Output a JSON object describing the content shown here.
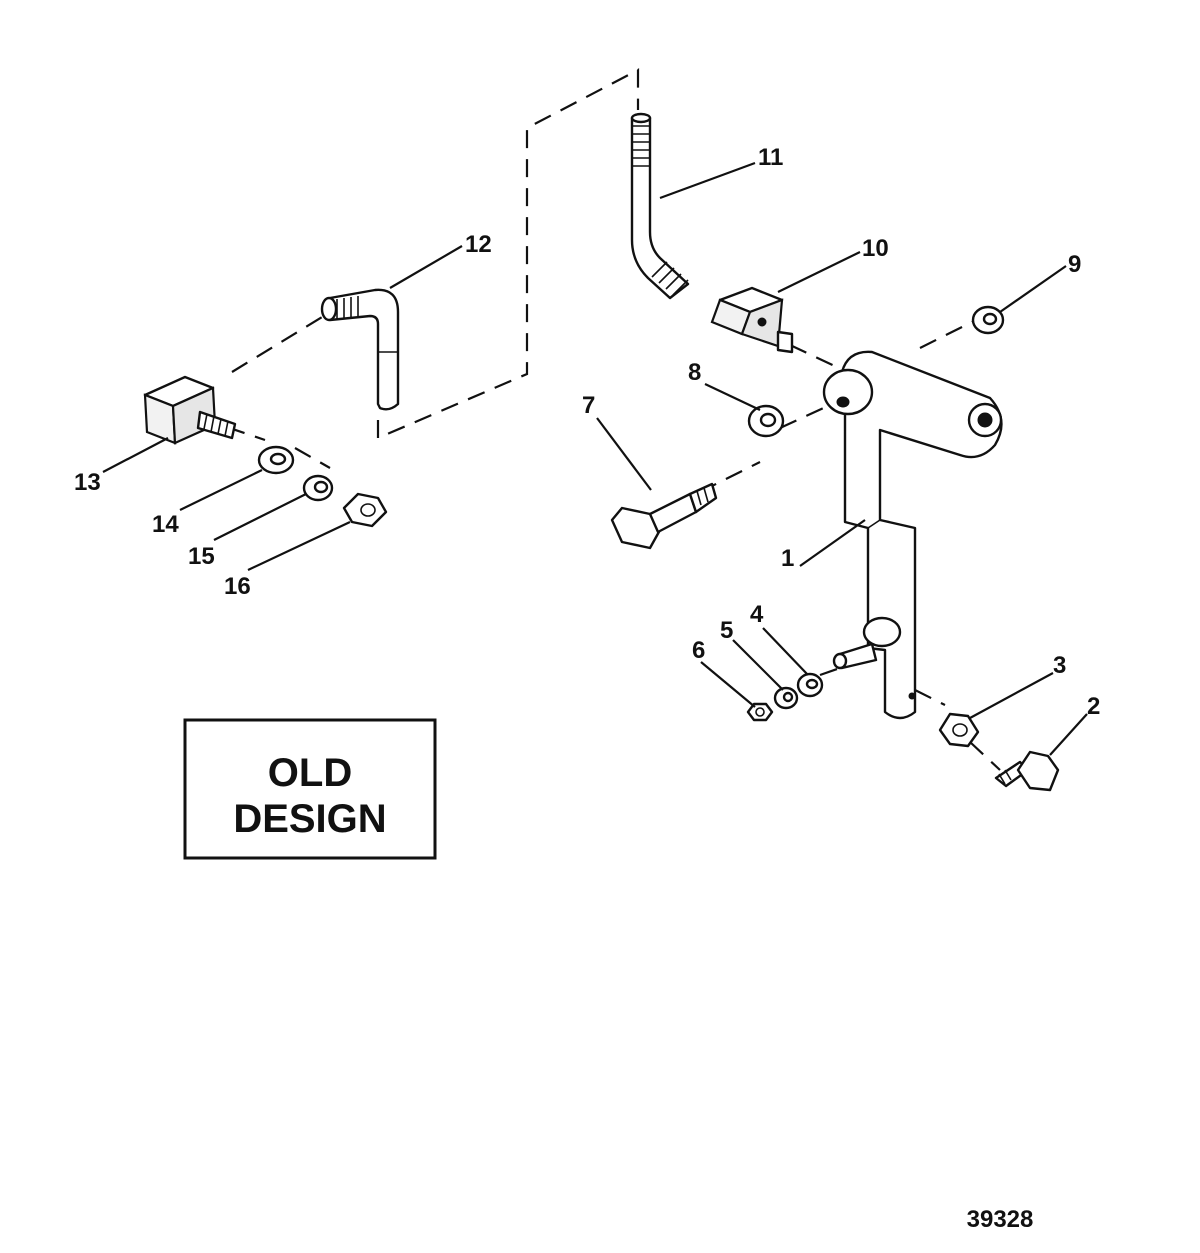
{
  "diagram": {
    "callouts": [
      "1",
      "2",
      "3",
      "4",
      "5",
      "6",
      "7",
      "8",
      "9",
      "10",
      "11",
      "12",
      "13",
      "14",
      "15",
      "16"
    ],
    "design_box": {
      "line1": "OLD",
      "line2": "DESIGN"
    },
    "reference_number": "39328"
  }
}
